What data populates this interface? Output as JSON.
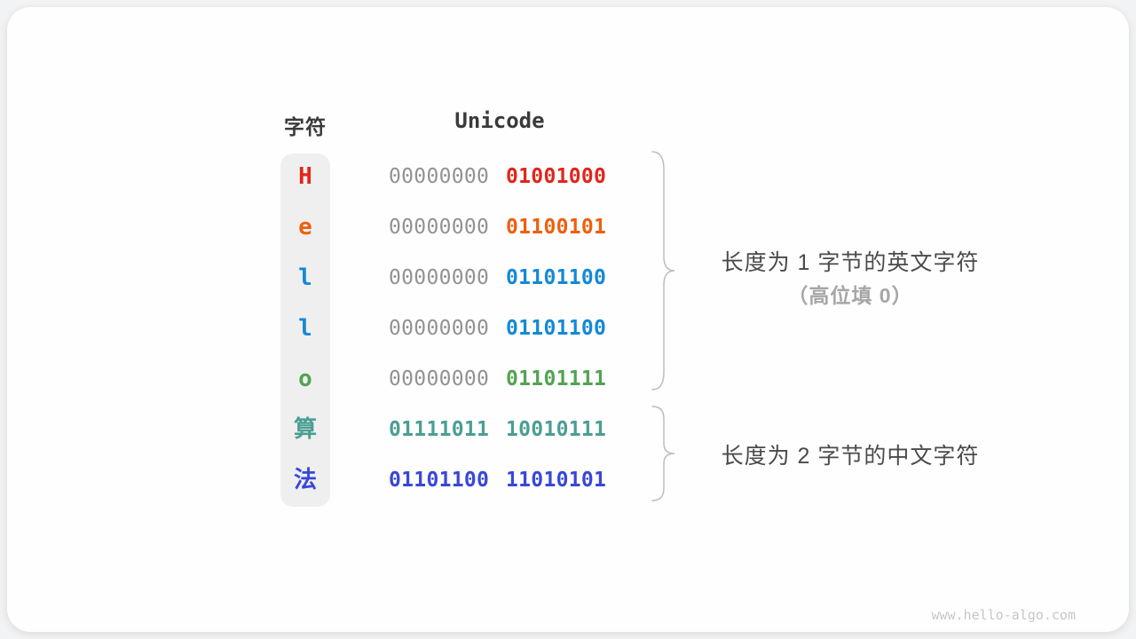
{
  "header": {
    "char_col": "字符",
    "unicode_col": "Unicode"
  },
  "rows": [
    {
      "char": "H",
      "byte1": "00000000",
      "byte2": "01001000",
      "color": "#e2251a",
      "byte1_gray": true
    },
    {
      "char": "e",
      "byte1": "00000000",
      "byte2": "01100101",
      "color": "#ee5f0e",
      "byte1_gray": true
    },
    {
      "char": "l",
      "byte1": "00000000",
      "byte2": "01101100",
      "color": "#1389d6",
      "byte1_gray": true
    },
    {
      "char": "l",
      "byte1": "00000000",
      "byte2": "01101100",
      "color": "#1389d6",
      "byte1_gray": true
    },
    {
      "char": "o",
      "byte1": "00000000",
      "byte2": "01101111",
      "color": "#53a351",
      "byte1_gray": true
    },
    {
      "char": "算",
      "byte1": "01111011",
      "byte2": "10010111",
      "color": "#4b9e93",
      "byte1_gray": false
    },
    {
      "char": "法",
      "byte1": "01101100",
      "byte2": "11010101",
      "color": "#3847d9",
      "byte1_gray": false
    }
  ],
  "annotations": {
    "group1_line1": "长度为 1 字节的英文字符",
    "group1_line2": "（高位填 0）",
    "group2_line1": "长度为 2 字节的中文字符"
  },
  "watermark": "www.hello-algo.com",
  "colors": {
    "gray_byte": "#929292",
    "brace": "#bdbdbd",
    "header_text": "#3a3a3a",
    "annotation_dark": "#4a4a4a",
    "annotation_gray": "#a6a6a6",
    "char_column_bg": "#efefef",
    "card_bg": "#fefefe",
    "page_bg": "#f2f3f4"
  }
}
